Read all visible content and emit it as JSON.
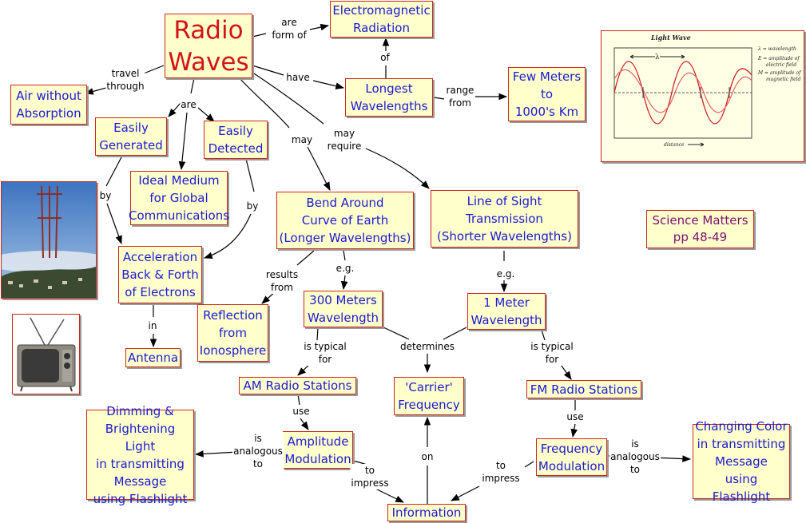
{
  "nodes": {
    "radio_waves": "Radio\nWaves",
    "em_radiation": "Electromagnetic\nRadiation",
    "air": "Air without\nAbsorption",
    "longest": "Longest\nWavelengths",
    "few_meters": "Few Meters\nto\n1000's Km",
    "easily_generated": "Easily\nGenerated",
    "easily_detected": "Easily\nDetected",
    "ideal_medium": "Ideal Medium\nfor Global\nCommunications",
    "bend_around": "Bend Around\nCurve of Earth\n(Longer Wavelengths)",
    "line_of_sight": "Line of Sight\nTransmission\n(Shorter Wavelengths)",
    "science_matters": "Science Matters\npp 48-49",
    "acceleration": "Acceleration\nBack & Forth\nof Electrons",
    "reflection": "Reflection\nfrom\nIonosphere",
    "m300": "300 Meters\nWavelength",
    "m1": "1 Meter\nWavelength",
    "antenna": "Antenna",
    "am": "AM Radio Stations",
    "carrier": "'Carrier'\nFrequency",
    "fm": "FM Radio Stations",
    "dimming": "Dimming &\nBrightening Light\nin transmitting\nMessage\nusing Flashlight",
    "amplitude": "Amplitude\nModulation",
    "frequency_mod": "Frequency\nModulation",
    "changing_color": "Changing Color\nin transmitting\nMessage\nusing Flashlight",
    "information": "Information"
  },
  "links": {
    "are_form_of": "are\nform of",
    "of": "of",
    "travel_through": "travel\nthrough",
    "have": "have",
    "range_from": "range\nfrom",
    "are": "are",
    "may": "may",
    "may_require": "may\nrequire",
    "by_1": "by",
    "by_2": "by",
    "results_from": "results\nfrom",
    "eg_1": "e.g.",
    "eg_2": "e.g.",
    "in": "in",
    "determines": "determines",
    "is_typical_for_1": "is typical\nfor",
    "is_typical_for_2": "is typical\nfor",
    "use_1": "use",
    "use_2": "use",
    "is_analogous_to_1": "is\nanalogous\nto",
    "is_analogous_to_2": "is\nanalogous\nto",
    "to_impress_1": "to\nimpress",
    "to_impress_2": "to\nimpress",
    "on": "on"
  },
  "light_wave_figure": {
    "title": "Light Wave",
    "lambda_label": "λ",
    "legend": [
      "λ = wavelength",
      "E = amplitude of",
      "electric field",
      "M = amplitude of",
      "magnetic field"
    ],
    "axis_label": "distance"
  },
  "colors": {
    "node_fill": "#ffffcc",
    "node_border": "#c8281e",
    "node_text": "#1a1ad2",
    "title_text": "#d21414",
    "reference_text": "#7a0f6e"
  }
}
